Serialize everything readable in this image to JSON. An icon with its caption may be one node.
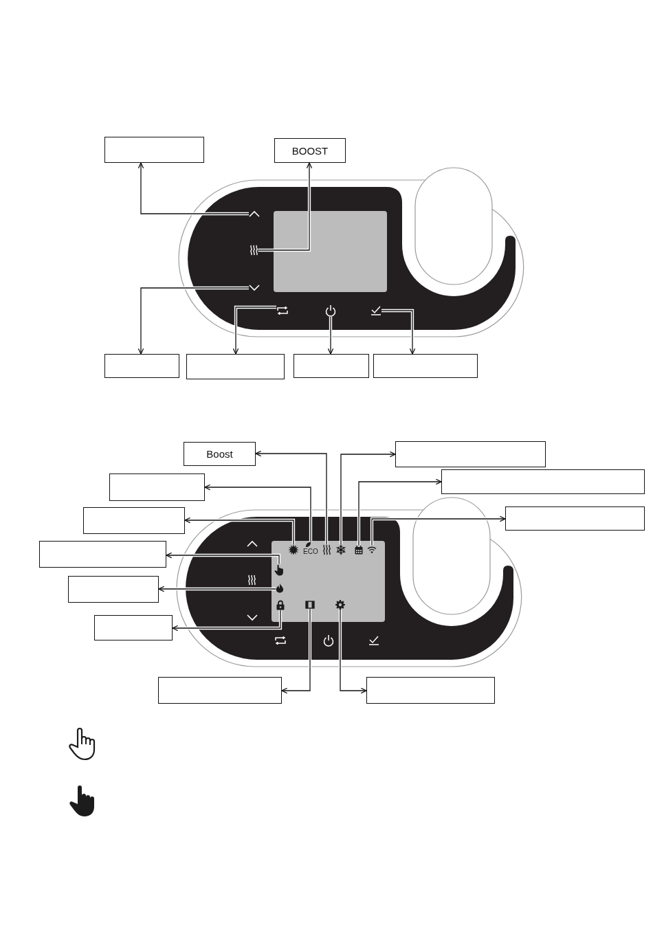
{
  "diagram": {
    "nodes": [
      {
        "text": [],
        "shape": "box"
      },
      {
        "text": [
          "BOOST"
        ]
      },
      {
        "text": [],
        "shape": "picture"
      },
      {
        "text": [],
        "shape": "picture"
      },
      {
        "text": [],
        "shape": "picture"
      },
      {
        "text": [],
        "shape": "picture"
      },
      {
        "text": [],
        "shape": "picture"
      },
      {
        "text": [],
        "shape": "picture"
      },
      {
        "text": [],
        "shape": "box"
      },
      {
        "text": [],
        "shape": "box"
      },
      {
        "text": [],
        "shape": "box"
      },
      {
        "text": [],
        "shape": "box"
      },
      {
        "text": [
          "Boost"
        ]
      },
      {
        "text": [],
        "shape": "box"
      },
      {
        "text": [],
        "shape": "box"
      },
      {
        "text": [],
        "shape": "box"
      },
      {
        "text": [],
        "shape": "box"
      },
      {
        "text": [],
        "shape": "box"
      },
      {
        "text": [],
        "shape": "box"
      },
      {
        "text": [],
        "shape": "picture"
      },
      {
        "text": [
          "ECO"
        ]
      },
      {
        "text": [],
        "shape": "picture"
      },
      {
        "text": [],
        "shape": "picture"
      },
      {
        "text": [],
        "shape": "picture"
      },
      {
        "text": [],
        "shape": "picture"
      },
      {
        "text": [],
        "shape": "picture"
      },
      {
        "text": [],
        "shape": "box"
      },
      {
        "text": [],
        "shape": "picture"
      },
      {
        "text": [],
        "shape": "picture"
      },
      {
        "text": [],
        "shape": "picture"
      },
      {
        "text": [],
        "shape": "picture"
      },
      {
        "text": [],
        "shape": "box"
      },
      {
        "text": [],
        "shape": "box"
      },
      {
        "text": [],
        "shape": "box"
      }
    ],
    "edges": [
      {
        "from": 2,
        "to": 0,
        "arrow": "to"
      },
      {
        "from": 3,
        "to": 1,
        "arrow": "to"
      },
      {
        "from": 4,
        "to": 8,
        "arrow": "to"
      },
      {
        "from": 5,
        "to": 9,
        "arrow": "to"
      },
      {
        "from": 6,
        "to": 10,
        "arrow": "to"
      },
      {
        "from": 7,
        "to": 11,
        "arrow": "to"
      },
      {
        "from": 21,
        "to": 12,
        "arrow": "to"
      },
      {
        "from": 22,
        "to": 13,
        "arrow": "to"
      },
      {
        "from": 20,
        "to": 14,
        "arrow": "to"
      },
      {
        "from": 23,
        "to": 15,
        "arrow": "to"
      },
      {
        "from": 19,
        "to": 16,
        "arrow": "to"
      },
      {
        "from": 24,
        "to": 17,
        "arrow": "to"
      },
      {
        "from": 25,
        "to": 18,
        "arrow": "to"
      },
      {
        "from": 27,
        "to": 26,
        "arrow": "to"
      },
      {
        "from": 28,
        "to": 31,
        "arrow": "to"
      },
      {
        "from": 29,
        "to": 32,
        "arrow": "to"
      },
      {
        "from": 30,
        "to": 33,
        "arrow": "to"
      }
    ]
  }
}
